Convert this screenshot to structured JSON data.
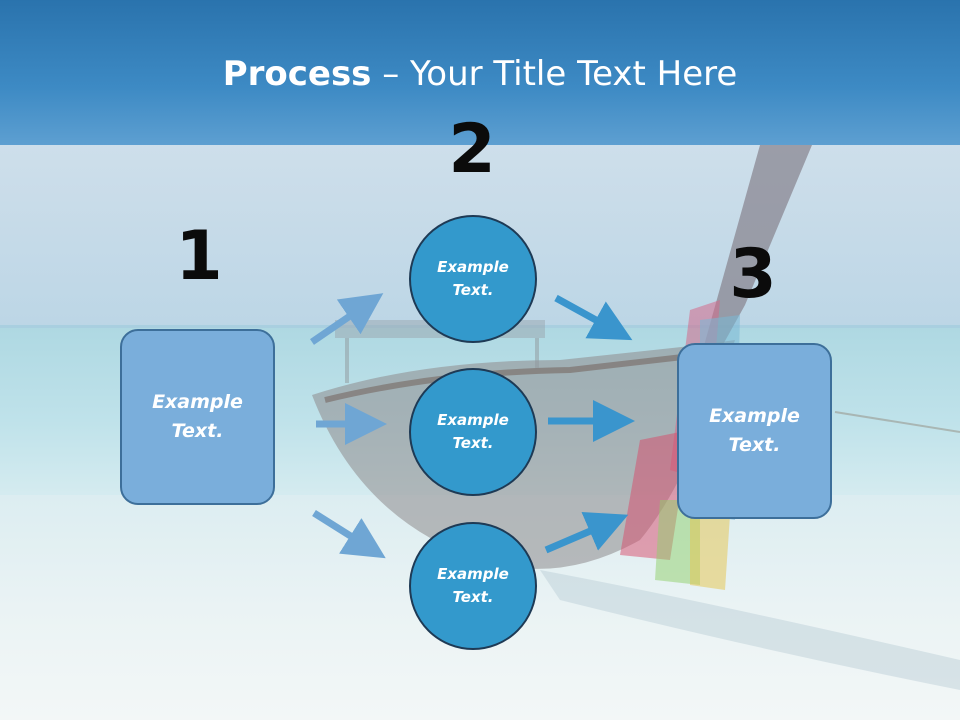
{
  "slide": {
    "title_bold": "Process",
    "title_rest": " – Your Title Text Here"
  },
  "diagram": {
    "step_numbers": [
      "1",
      "2",
      "3"
    ],
    "left_box": "Example Text.",
    "circles": [
      "Example Text.",
      "Example Text.",
      "Example Text."
    ],
    "right_box": "Example Text."
  },
  "colors": {
    "header": "#2a73ad",
    "box_fill": "#7aaedb",
    "circle_fill": "#3399cc",
    "arrow_left": "#6fa6d4",
    "arrow_right": "#3a95cd"
  }
}
